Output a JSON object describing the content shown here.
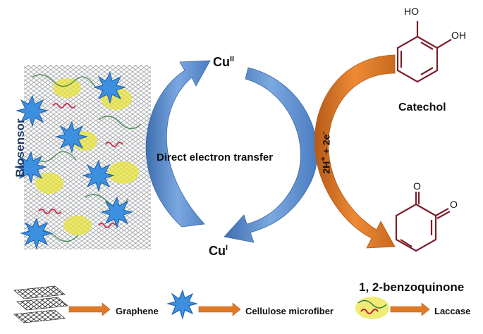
{
  "side_label": "Biosensor",
  "copper": {
    "top_base": "Cu",
    "top_sup": "II",
    "bottom_base": "Cu",
    "bottom_sup": "I"
  },
  "center_label": "Direct electron transfer",
  "protons_label": {
    "a": "2H",
    "a_sup": "+",
    "mid": " + 2e",
    "b_sup": "-"
  },
  "reactant": {
    "name": "Catechol",
    "oh1": "HO",
    "oh2": "OH"
  },
  "product": {
    "name": "1, 2-benzoquinone",
    "o1": "O",
    "o2": "O"
  },
  "legend": [
    "Graphene",
    "Cellulose  microfiber",
    "Laccase"
  ],
  "colors": {
    "blue_arrow": "#5b8fd0",
    "orange_arrow": "#e07a27",
    "molecule": "#7a1f2b",
    "biosensor_text": "#1f3a60",
    "legend_arrow": "#e07a27"
  }
}
